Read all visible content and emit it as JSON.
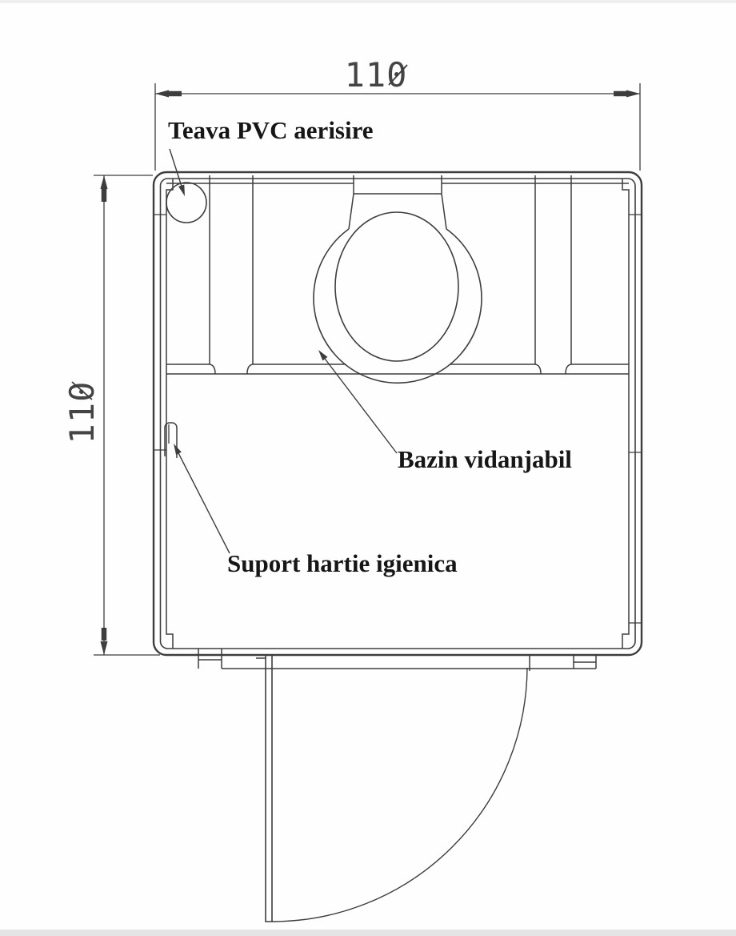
{
  "drawing": {
    "type": "floor-plan technical drawing",
    "dimensions": {
      "width_label": "110",
      "height_label": "110"
    },
    "annotations": {
      "vent_pipe": "Teava PVC aerisire",
      "drainable_tank": "Bazin vidanjabil",
      "toilet_paper_holder": "Suport hartie igienica"
    },
    "colors": {
      "line": "#3d3d3d",
      "text": "#161616",
      "background": "#fefefe",
      "scan_edge": "#d8d8d8"
    }
  }
}
